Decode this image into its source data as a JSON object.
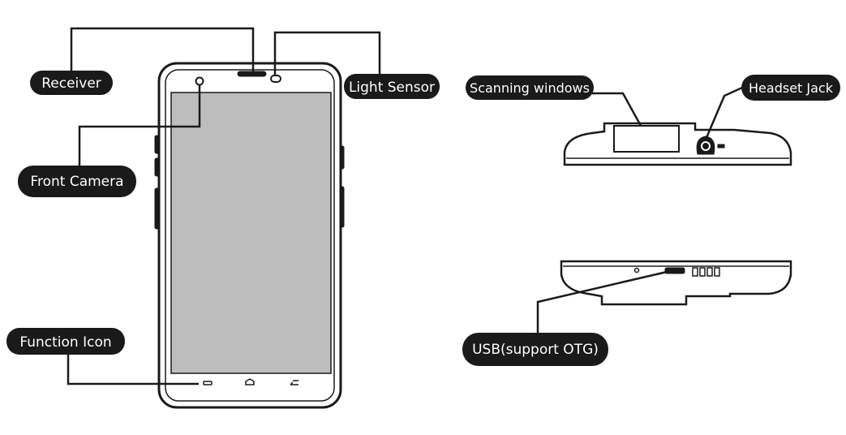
{
  "labels": {
    "receiver": "Receiver",
    "light_sensor": "Light Sensor",
    "front_camera": "Front Camera",
    "function_icon": "Function Icon",
    "scanning_windows": "Scanning windows",
    "headset_jack": "Headset Jack",
    "usb": "USB(support OTG)"
  },
  "colors": {
    "ink": "#1a1a1a",
    "screen": "#bdbdbd",
    "label_bg": "#1a1a1a",
    "label_text": "#ffffff"
  }
}
